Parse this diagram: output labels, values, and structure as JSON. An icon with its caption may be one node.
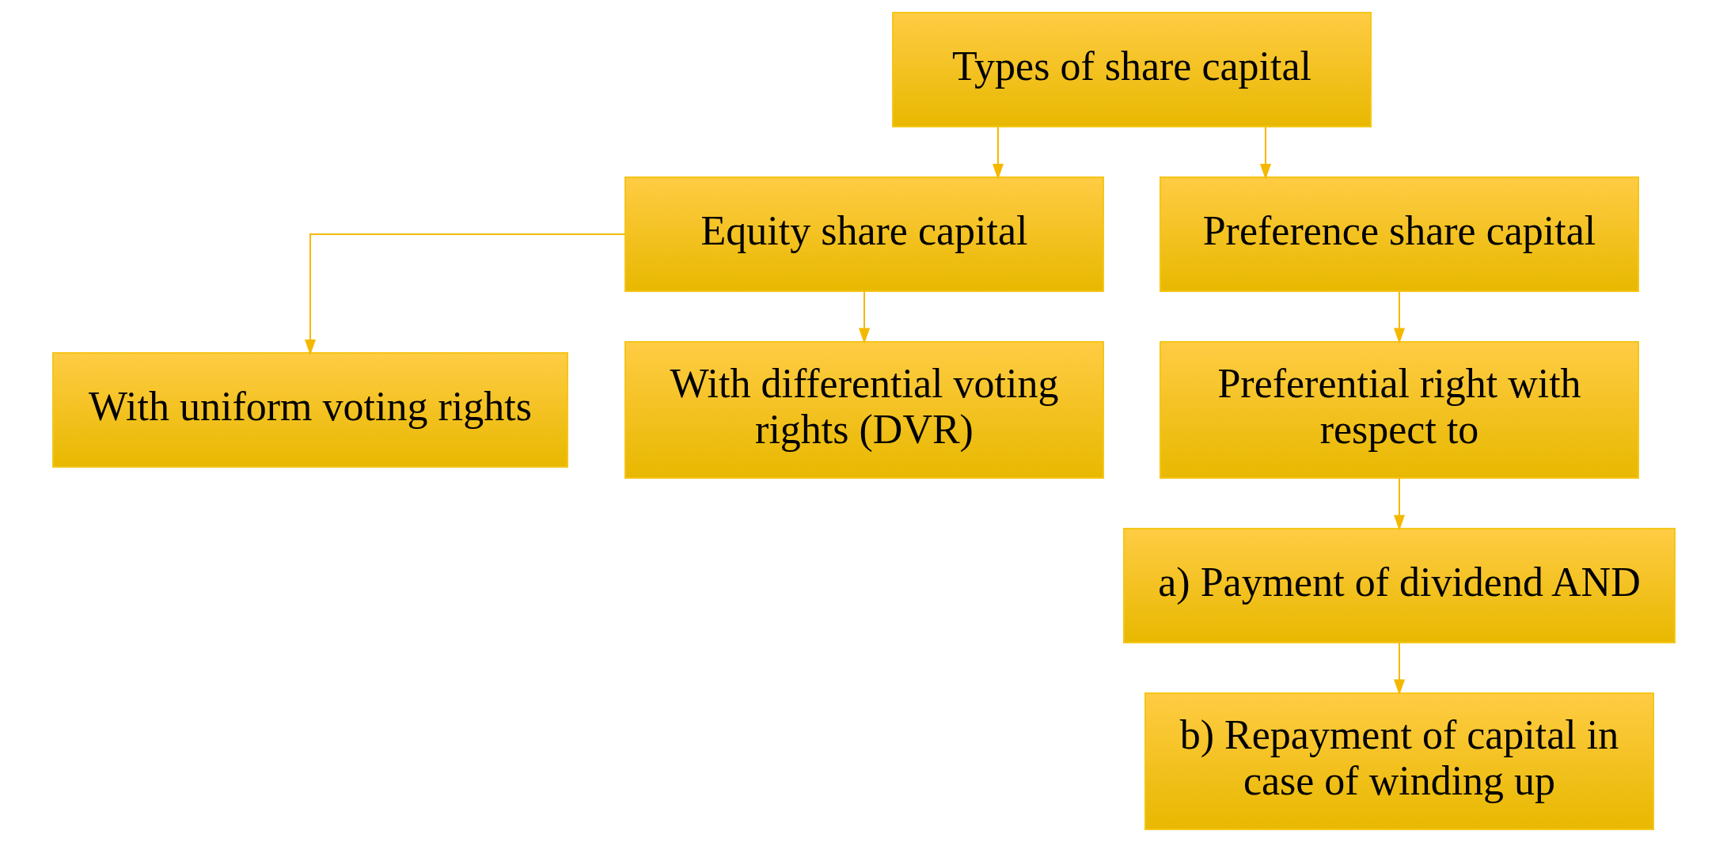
{
  "diagram": {
    "nodes": [
      {
        "text": [
          "Types of share capital"
        ]
      },
      {
        "text": [
          "Equity share capital"
        ]
      },
      {
        "text": [
          "Preference share capital"
        ]
      },
      {
        "text": [
          "With uniform voting rights"
        ]
      },
      {
        "text": [
          "With differential voting rights (DVR)"
        ]
      },
      {
        "text": [
          "Preferential right with respect to"
        ]
      },
      {
        "text": [
          "a) Payment of dividend AND"
        ]
      },
      {
        "text": [
          "b) Repayment of capital in case of winding up"
        ]
      }
    ],
    "edges": [
      {
        "from": 0,
        "to": 1,
        "arrow": "to"
      },
      {
        "from": 0,
        "to": 2,
        "arrow": "to"
      },
      {
        "from": 1,
        "to": 3,
        "arrow": "to"
      },
      {
        "from": 1,
        "to": 4,
        "arrow": "to"
      },
      {
        "from": 2,
        "to": 5,
        "arrow": "to"
      },
      {
        "from": 5,
        "to": 6,
        "arrow": "to"
      },
      {
        "from": 6,
        "to": 7,
        "arrow": "to"
      }
    ]
  }
}
